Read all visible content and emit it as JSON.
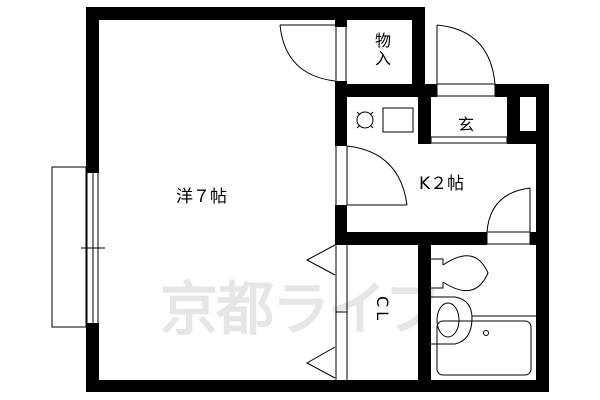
{
  "floor_plan": {
    "rooms": [
      {
        "id": "western-room",
        "label": "洋７帖",
        "type": "Western-style room",
        "size_jo": 7
      },
      {
        "id": "kitchen",
        "label": "K２帖",
        "type": "Kitchen",
        "size_jo": 2
      },
      {
        "id": "storage",
        "label": "物入",
        "type": "Storage closet"
      },
      {
        "id": "entrance",
        "label": "玄",
        "type": "Entrance (genkan)"
      },
      {
        "id": "closet",
        "label": "CL",
        "type": "Closet"
      },
      {
        "id": "bathroom",
        "label": "",
        "type": "Unit bath with toilet"
      }
    ],
    "fixtures": [
      {
        "name": "gas-stove",
        "room": "kitchen"
      },
      {
        "name": "kitchen-sink",
        "room": "kitchen"
      },
      {
        "name": "toilet",
        "room": "bathroom"
      },
      {
        "name": "washbasin",
        "room": "bathroom"
      },
      {
        "name": "bathtub",
        "room": "bathroom"
      }
    ],
    "watermark": "京都ライフ",
    "colors": {
      "wall": "#000000",
      "background": "#ffffff",
      "watermark": "#e6e6e6"
    }
  }
}
